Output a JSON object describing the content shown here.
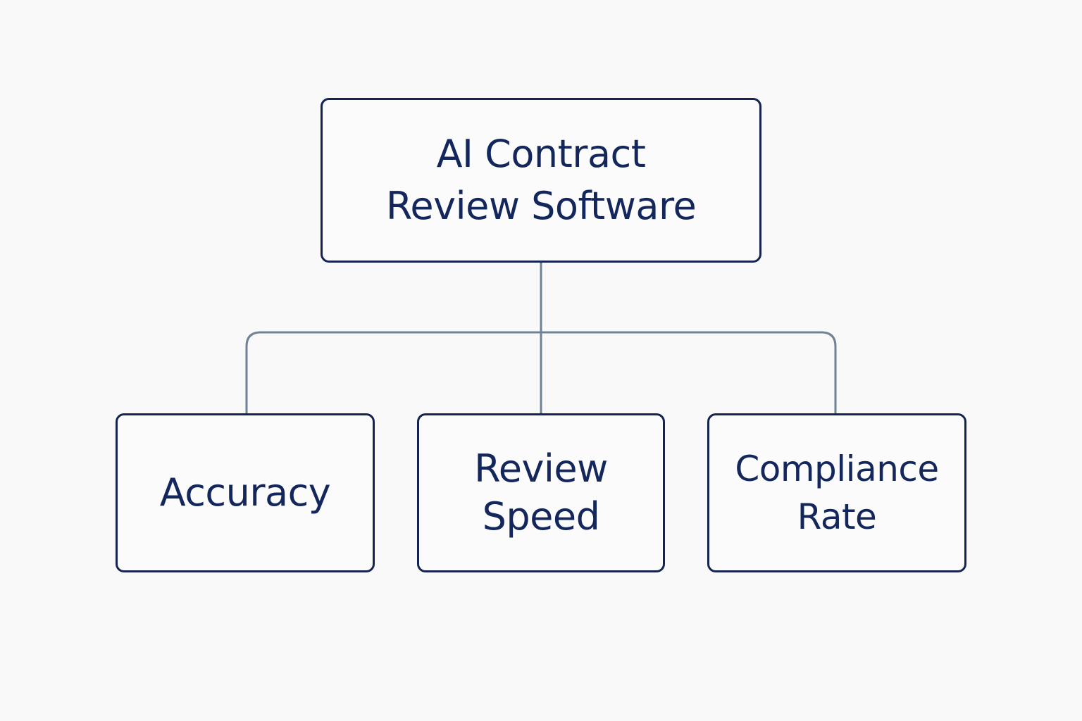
{
  "diagram": {
    "root": {
      "label": "AI Contract\nReview Software"
    },
    "children": [
      {
        "label": "Accuracy"
      },
      {
        "label": "Review\nSpeed"
      },
      {
        "label": "Compliance\nRate"
      }
    ],
    "colors": {
      "node_border": "#14234f",
      "node_text": "#14275d",
      "connector": "#6f8296",
      "background": "#f9f9fa"
    }
  }
}
